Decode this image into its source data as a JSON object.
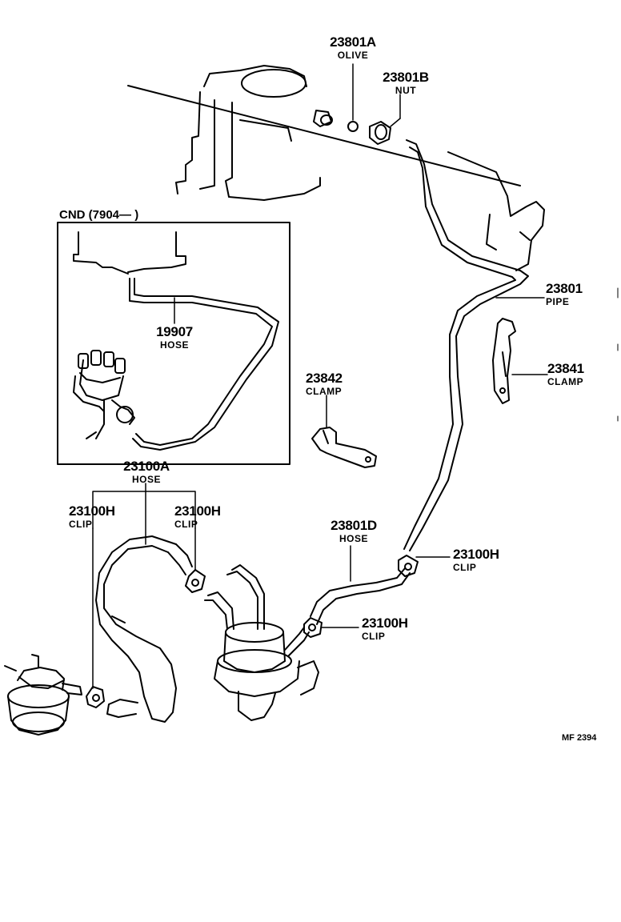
{
  "inset_caption": "CND (7904—        )",
  "diagram_code": "MF 2394",
  "parts": [
    {
      "id": "23801A",
      "name": "OLIVE"
    },
    {
      "id": "23801B",
      "name": "NUT"
    },
    {
      "id": "23801",
      "name": "PIPE"
    },
    {
      "id": "23841",
      "name": "CLAMP"
    },
    {
      "id": "23842",
      "name": "CLAMP"
    },
    {
      "id": "19907",
      "name": "HOSE"
    },
    {
      "id": "23100A",
      "name": "HOSE"
    },
    {
      "id": "23100H",
      "name": "CLIP"
    },
    {
      "id": "23100H",
      "name": "CLIP"
    },
    {
      "id": "23801D",
      "name": "HOSE"
    },
    {
      "id": "23100H",
      "name": "CLIP"
    },
    {
      "id": "23100H",
      "name": "CLIP"
    }
  ]
}
